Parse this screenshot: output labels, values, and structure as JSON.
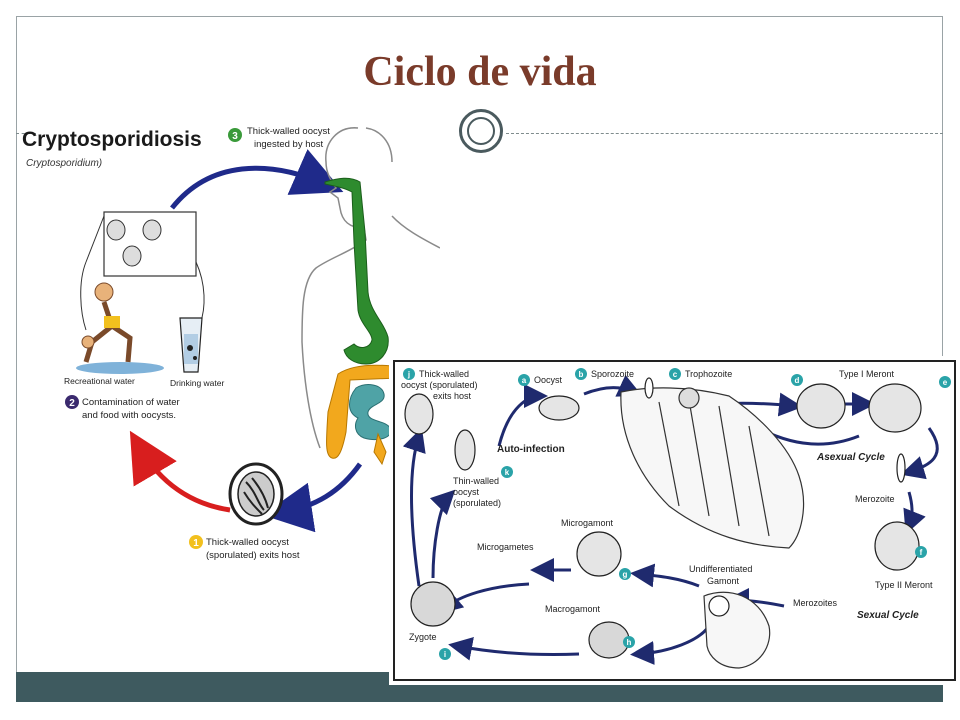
{
  "slide": {
    "title": "Ciclo de vida"
  },
  "left_diagram": {
    "title": "Cryptosporidiosis",
    "subtitle": "Cryptosporidium)",
    "step3_number": "3",
    "step3_line1": "Thick-walled oocyst",
    "step3_line2": "ingested by host",
    "label_recreational": "Recreational water",
    "label_drinking": "Drinking water",
    "step2_number": "2",
    "step2_line1": "Contamination of water",
    "step2_line2": "and food with oocysts.",
    "step1_number": "1",
    "step1_line1": "Thick-walled oocyst",
    "step1_line2": "(sporulated) exits host"
  },
  "right_diagram": {
    "j_letter": "j",
    "j_line1": "Thick-walled",
    "j_line2": "oocyst (sporulated)",
    "j_line3": "exits host",
    "a_letter": "a",
    "a_label": "Oocyst",
    "b_letter": "b",
    "b_label": "Sporozoite",
    "c_letter": "c",
    "c_label": "Trophozoite",
    "d_letter": "d",
    "d_label": "Type I Meront",
    "e_letter": "e",
    "auto_infection": "Auto-infection",
    "asexual_cycle": "Asexual Cycle",
    "merozoite": "Merozoite",
    "k_letter": "k",
    "k_line1": "Thin-walled",
    "k_line2": "oocyst",
    "k_line3": "(sporulated)",
    "microgamont": "Microgamont",
    "microgametes": "Microgametes",
    "g_letter": "g",
    "undiff_line1": "Undifferentiated",
    "undiff_line2": "Gamont",
    "f_letter": "f",
    "type2_meront": "Type II Meront",
    "merozoites": "Merozoites",
    "sexual_cycle": "Sexual Cycle",
    "macrogamont": "Macrogamont",
    "h_letter": "h",
    "zygote": "Zygote",
    "i_letter": "i"
  },
  "colors": {
    "title": "#7a3b2a",
    "footer": "#3e5a5f",
    "arrow_blue": "#1f2a8a",
    "arrow_red": "#d81e1e",
    "gut_green": "#2e8b2e",
    "colon_orange": "#f2a81d",
    "intestine_teal": "#4fa3a6",
    "badge_teal": "#2aa3a8",
    "badge_green": "#3a9a3a",
    "badge_purple": "#3b2a6e",
    "badge_yellow": "#f2c01e"
  }
}
